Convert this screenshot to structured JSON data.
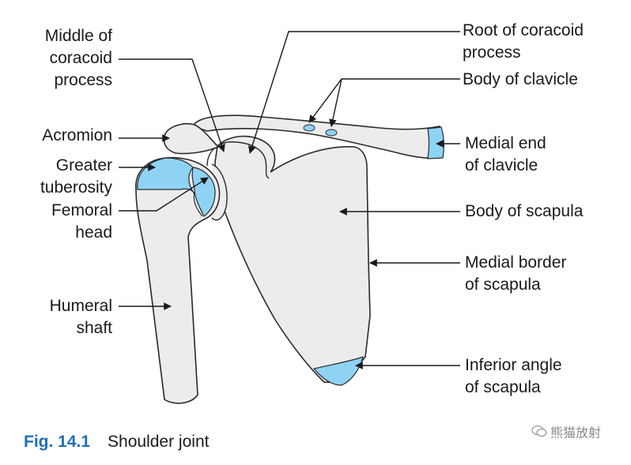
{
  "labels": {
    "middle_coracoid": [
      "Middle of",
      "coracoid",
      "process"
    ],
    "acromion": [
      "Acromion"
    ],
    "greater_tuberosity": [
      "Greater",
      "tuberosity"
    ],
    "femoral_head": [
      "Femoral",
      "head"
    ],
    "humeral_shaft": [
      "Humeral",
      "shaft"
    ],
    "root_coracoid": [
      "Root of coracoid",
      "process"
    ],
    "body_clavicle": [
      "Body of clavicle"
    ],
    "medial_end_clavicle": [
      "Medial end",
      "of clavicle"
    ],
    "body_scapula": [
      "Body of scapula"
    ],
    "medial_border_scapula": [
      "Medial border",
      "of scapula"
    ],
    "inferior_angle_scapula": [
      "Inferior angle",
      "of scapula"
    ]
  },
  "caption": {
    "figure_number": "Fig. 14.1",
    "title": "Shoulder joint"
  },
  "watermark": "熊猫放射",
  "colors": {
    "bone_fill": "#ececed",
    "bone_outline": "#2a2a2a",
    "highlight_blue": "#8fd3f4",
    "leader_line": "#1a1a1a",
    "figure_label": "#1e6fb5"
  }
}
